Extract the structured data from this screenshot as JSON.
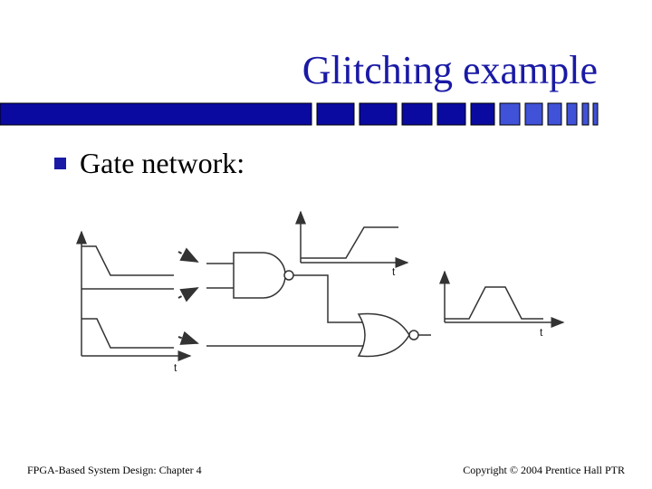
{
  "slide": {
    "title": "Glitching example",
    "bullet": "Gate network:",
    "footer_left": "FPGA-Based System Design: Chapter 4",
    "footer_right": "Copyright © 2004 Prentice Hall PTR"
  },
  "diagram": {
    "input_axis_label": "t",
    "and_output_axis_label": "t",
    "nor_output_axis_label": "t",
    "gates": [
      "nand-gate",
      "nor-gate"
    ]
  },
  "colors": {
    "title": "#1a1aa6",
    "bar_dark": "#0a0aa0",
    "bar_light": "#3f52d8",
    "bullet": "#1a1aa6"
  }
}
